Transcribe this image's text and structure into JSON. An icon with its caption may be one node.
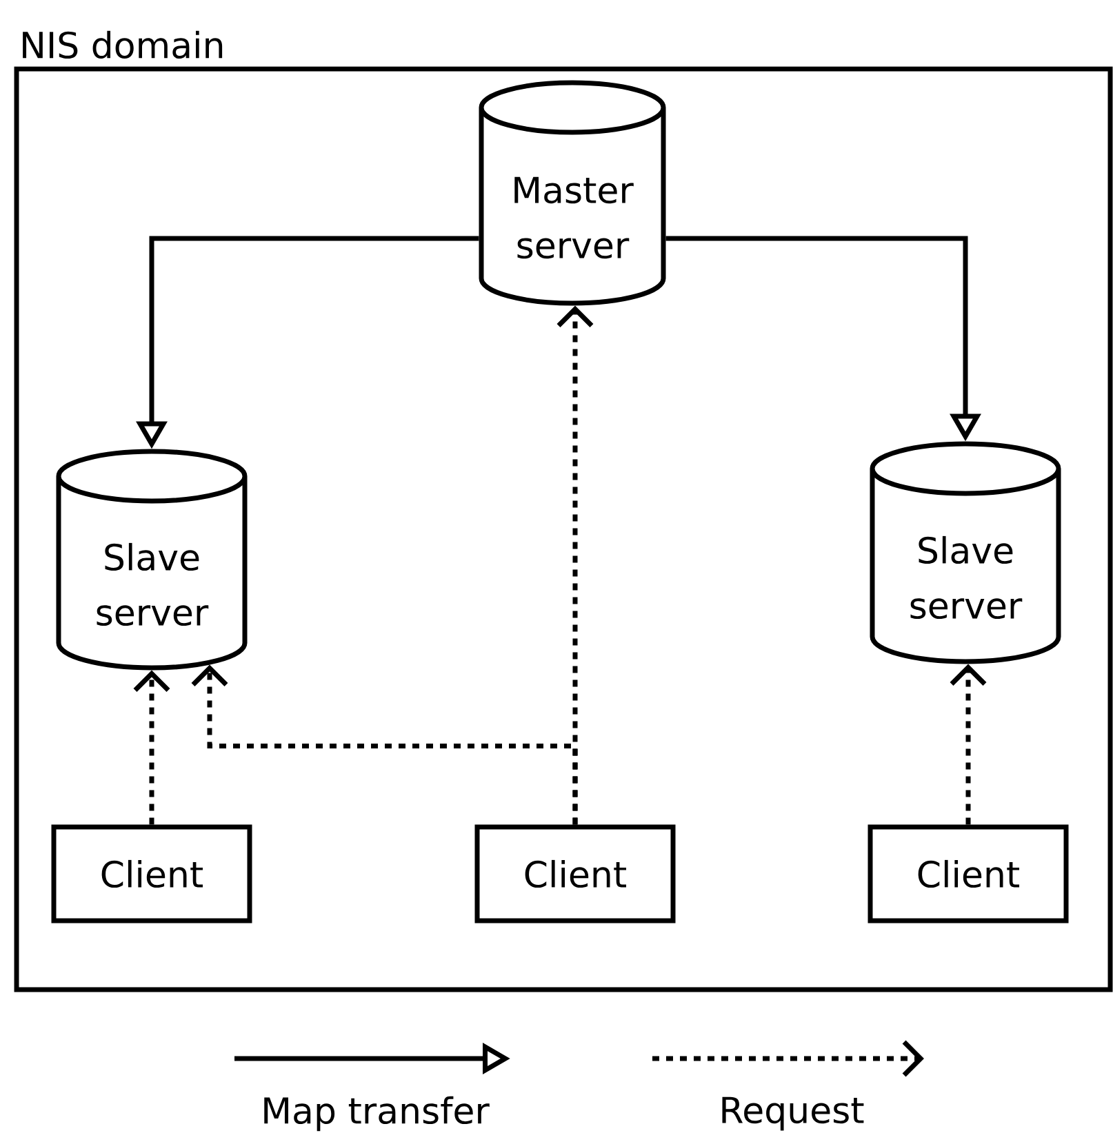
{
  "diagram": {
    "nodes": [
      {
        "text": [
          "NIS domain"
        ]
      },
      {
        "text": [
          "Master server"
        ],
        "in": 0
      },
      {
        "text": [
          "Slave server"
        ],
        "in": 0
      },
      {
        "text": [
          "Slave server"
        ],
        "in": 0
      },
      {
        "text": [
          "Client"
        ],
        "in": 0
      },
      {
        "text": [
          "Client"
        ],
        "in": 0
      },
      {
        "text": [
          "Client"
        ],
        "in": 0
      }
    ],
    "edges": [
      {
        "from": 1,
        "to": 2,
        "arrow": "to"
      },
      {
        "from": 1,
        "to": 3,
        "arrow": "to"
      },
      {
        "from": 4,
        "to": 2,
        "arrow": "to",
        "style": "dashed"
      },
      {
        "from": 5,
        "to": 1,
        "arrow": "to",
        "style": "dashed"
      },
      {
        "from": 5,
        "to": 2,
        "arrow": "to",
        "style": "dashed"
      },
      {
        "from": 6,
        "to": 3,
        "arrow": "to",
        "style": "dashed"
      }
    ],
    "legend": [
      {
        "text": "Map transfer"
      },
      {
        "text": "Request"
      }
    ]
  }
}
